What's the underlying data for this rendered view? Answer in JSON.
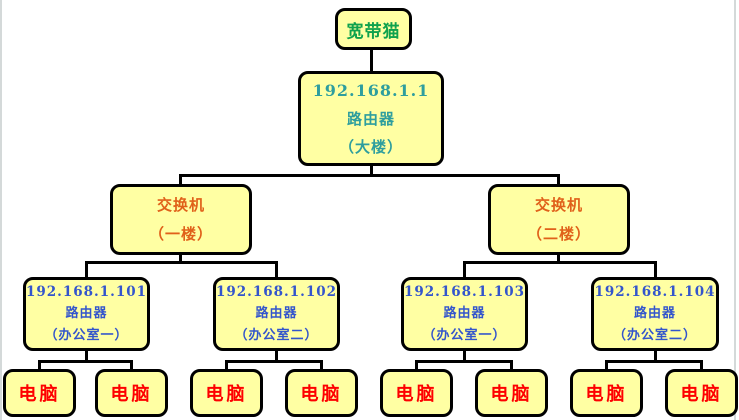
{
  "colors": {
    "box_fill": "#FFFFA3",
    "box_border": "#000000",
    "connector": "#000000",
    "modem_text": "#0FA24D",
    "main_router_text": "#2E9E9E",
    "switch_text": "#E0611A",
    "office_router_text": "#3355CC",
    "pc_text": "#FE0000",
    "page_edge": "#D4D9D9"
  },
  "nodes": {
    "modem": {
      "label": "宽带猫"
    },
    "main_router": {
      "line1": "192.168.1.1",
      "line2": "路由器",
      "line3": "（大楼）"
    },
    "switch1": {
      "line1": "交换机",
      "line2": "（一楼）"
    },
    "switch2": {
      "line1": "交换机",
      "line2": "（二楼）"
    },
    "router101": {
      "line1": "192.168.1.101",
      "line2": "路由器",
      "line3": "（办公室一）"
    },
    "router102": {
      "line1": "192.168.1.102",
      "line2": "路由器",
      "line3": "（办公室二）"
    },
    "router103": {
      "line1": "192.168.1.103",
      "line2": "路由器",
      "line3": "（办公室一）"
    },
    "router104": {
      "line1": "192.168.1.104",
      "line2": "路由器",
      "line3": "（办公室二）"
    },
    "pc": {
      "label": "电脑"
    }
  }
}
